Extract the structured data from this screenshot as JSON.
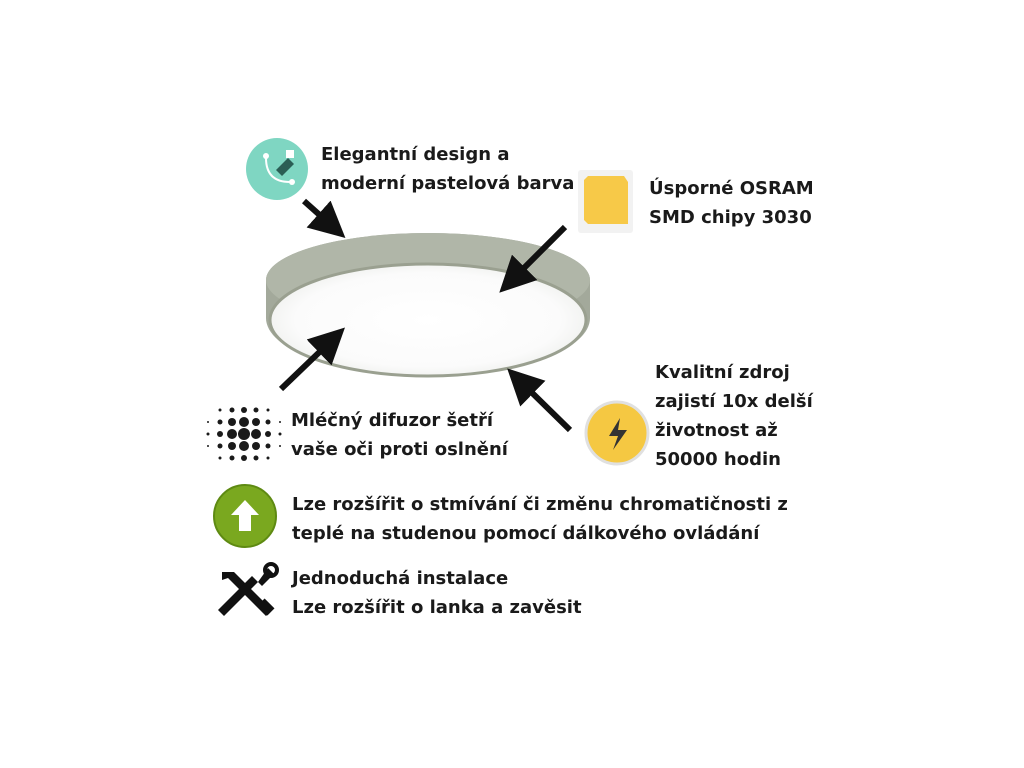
{
  "features": {
    "design": {
      "icon": "design-pen-icon",
      "icon_color": "#7fd6c2",
      "lines": [
        "Elegantní design a",
        "moderní pastelová barva"
      ]
    },
    "chips": {
      "icon": "led-chip-icon",
      "icon_color": "#f7c948",
      "lines": [
        "Úsporné OSRAM",
        "SMD chipy 3030"
      ]
    },
    "diffuser": {
      "icon": "dots-halftone-icon",
      "lines": [
        "Mléčný difuzor šetří",
        "vaše oči proti oslnění"
      ]
    },
    "power": {
      "icon": "lightning-icon",
      "icon_color": "#f5c842",
      "lines": [
        "Kvalitní zdroj",
        "zajistí 10x delší",
        "životnost až",
        "50000 hodin"
      ]
    },
    "upgrade": {
      "icon": "up-arrow-icon",
      "icon_color": "#7aa81f",
      "lines": [
        "Lze rozšířit o stmívání či změnu chromatičnosti z",
        "teplé na studenou pomocí dálkového ovládání"
      ]
    },
    "install": {
      "icon": "wrench-screwdriver-icon",
      "lines": [
        "Jednoduchá instalace",
        "Lze rozšířit o lanka a zavěsit"
      ]
    }
  },
  "product": {
    "icon": "ceiling-light-image",
    "frame_color": "#a7ad9f",
    "diffuser_color": "#ffffff"
  }
}
